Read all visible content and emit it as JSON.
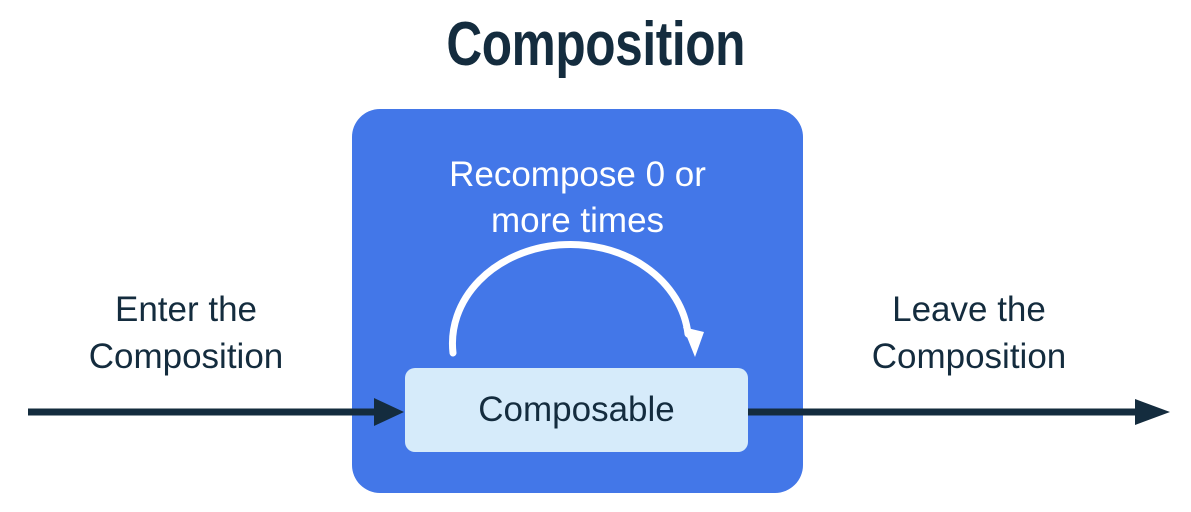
{
  "diagram": {
    "title": "Composition",
    "recompose_label": "Recompose 0 or\nmore times",
    "composable_label": "Composable",
    "enter_label": "Enter the\nComposition",
    "leave_label": "Leave the\nComposition"
  },
  "colors": {
    "dark_navy": "#142C3E",
    "blue": "#4377E8",
    "light_blue": "#D6EBFA",
    "white": "#FFFFFF"
  }
}
